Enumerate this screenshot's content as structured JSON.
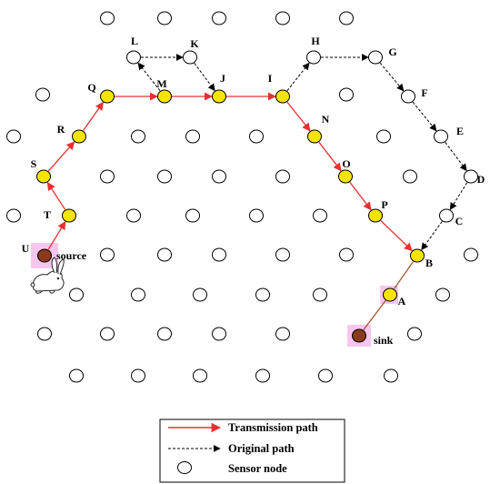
{
  "colors": {
    "sensor_fill": "#ffffff",
    "active_fill": "#f5e400",
    "endpoint_fill": "#8b3a1a",
    "highlight": "#f7c6ef",
    "transmission": "#e83030",
    "sink_link": "#a0522d",
    "original": "#000000",
    "stroke": "#000000"
  },
  "labels": {
    "L": "L",
    "K": "K",
    "H": "H",
    "G": "G",
    "Q": "Q",
    "M": "M",
    "J": "J",
    "I": "I",
    "F": "F",
    "R": "R",
    "N": "N",
    "E": "E",
    "S": "S",
    "O": "O",
    "D": "D",
    "T": "T",
    "P": "P",
    "C": "C",
    "U": "U",
    "B": "B",
    "A": "A",
    "source": "source",
    "sink": "sink"
  },
  "legend": {
    "transmission": "Transmission path",
    "original": "Original path",
    "sensor": "Sensor node"
  },
  "illustration": {
    "icon": "rabbit-icon"
  }
}
